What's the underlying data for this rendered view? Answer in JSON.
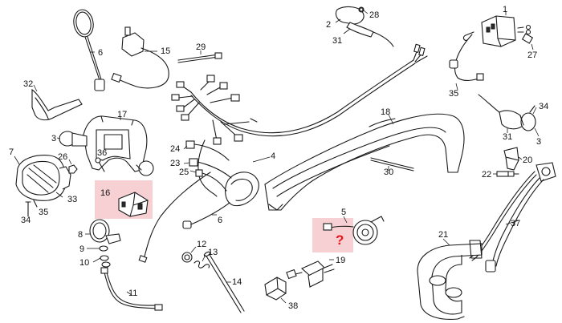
{
  "callouts": [
    {
      "id": "c1",
      "text": "1"
    },
    {
      "id": "c2",
      "text": "2"
    },
    {
      "id": "c3a",
      "text": "3"
    },
    {
      "id": "c3b",
      "text": "3"
    },
    {
      "id": "c4",
      "text": "4"
    },
    {
      "id": "c5",
      "text": "5"
    },
    {
      "id": "c6a",
      "text": "6"
    },
    {
      "id": "c6b",
      "text": "6"
    },
    {
      "id": "c7",
      "text": "7"
    },
    {
      "id": "c8",
      "text": "8"
    },
    {
      "id": "c9",
      "text": "9"
    },
    {
      "id": "c10",
      "text": "10"
    },
    {
      "id": "c11",
      "text": "11"
    },
    {
      "id": "c12",
      "text": "12"
    },
    {
      "id": "c13",
      "text": "13"
    },
    {
      "id": "c14",
      "text": "14"
    },
    {
      "id": "c15",
      "text": "15"
    },
    {
      "id": "c16",
      "text": "16"
    },
    {
      "id": "c17",
      "text": "17"
    },
    {
      "id": "c18",
      "text": "18"
    },
    {
      "id": "c19",
      "text": "19"
    },
    {
      "id": "c20",
      "text": "20"
    },
    {
      "id": "c21",
      "text": "21"
    },
    {
      "id": "c22",
      "text": "22"
    },
    {
      "id": "c23",
      "text": "23"
    },
    {
      "id": "c24",
      "text": "24"
    },
    {
      "id": "c25",
      "text": "25"
    },
    {
      "id": "c26",
      "text": "26"
    },
    {
      "id": "c27",
      "text": "27"
    },
    {
      "id": "c28",
      "text": "28"
    },
    {
      "id": "c29",
      "text": "29"
    },
    {
      "id": "c30",
      "text": "30"
    },
    {
      "id": "c31a",
      "text": "31"
    },
    {
      "id": "c31b",
      "text": "31"
    },
    {
      "id": "c32",
      "text": "32"
    },
    {
      "id": "c33",
      "text": "33"
    },
    {
      "id": "c34a",
      "text": "34"
    },
    {
      "id": "c34b",
      "text": "34"
    },
    {
      "id": "c35a",
      "text": "35"
    },
    {
      "id": "c35b",
      "text": "35"
    },
    {
      "id": "c36",
      "text": "36"
    },
    {
      "id": "c37",
      "text": "37"
    },
    {
      "id": "c38",
      "text": "38"
    }
  ],
  "highlights": [
    {
      "id": "hl16",
      "label": "16"
    },
    {
      "id": "hl5",
      "label": "?"
    }
  ],
  "colors": {
    "highlight": "#f6c8cb",
    "question_mark": "#e8151b",
    "line": "#1a1a1a"
  }
}
